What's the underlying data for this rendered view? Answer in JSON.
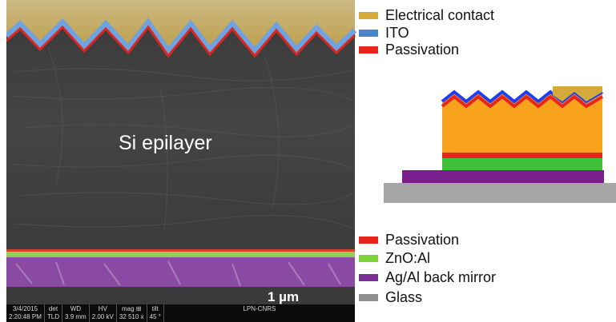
{
  "sem_image": {
    "layer_label": "Si epilayer",
    "scale_bar_label": "1 µm",
    "databar": [
      {
        "top": "3/4/2015",
        "bottom": "2:20:48 PM"
      },
      {
        "top": "det",
        "bottom": "TLD"
      },
      {
        "top": "WD",
        "bottom": "3.9 mm"
      },
      {
        "top": "HV",
        "bottom": "2.00 kV"
      },
      {
        "top": "mag ⊞",
        "bottom": "32 510 x"
      },
      {
        "top": "tilt",
        "bottom": "45 °"
      },
      {
        "top": "",
        "bottom": "LPN-CNRS"
      }
    ]
  },
  "legend_top": [
    {
      "label": "Electrical contact",
      "color": "#d4aa3a"
    },
    {
      "label": "ITO",
      "color": "#4a86c8"
    },
    {
      "label": "Passivation",
      "color": "#e8251c"
    }
  ],
  "legend_bottom": [
    {
      "label": "Passivation",
      "color": "#e8251c"
    },
    {
      "label": "ZnO:Al",
      "color": "#7ed23a"
    },
    {
      "label": "Ag/Al back mirror",
      "color": "#7a2f95"
    },
    {
      "label": "Glass",
      "color": "#8f8f8f"
    }
  ],
  "colors": {
    "electrical_contact": "#d4aa3a",
    "ito": "#1f3ef0",
    "passivation": "#e8251c",
    "si_epilayer": "#f9a21c",
    "zno_al": "#3fc23a",
    "back_mirror": "#7a1f8e",
    "glass": "#a6a6a6"
  }
}
